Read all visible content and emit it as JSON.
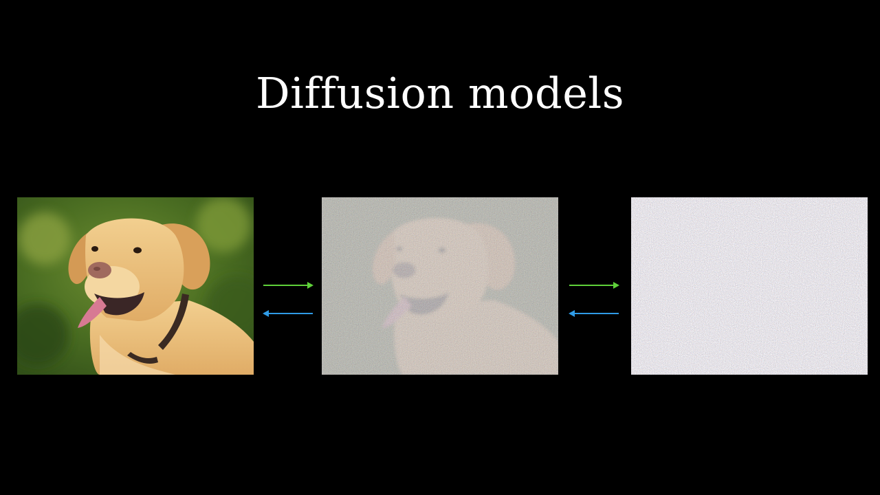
{
  "title": "Diffusion models",
  "colors": {
    "background": "#000000",
    "title_text": "#ffffff",
    "forward_arrow": "#5fd13a",
    "reverse_arrow": "#2f9be6",
    "noise_base": "#8a8590"
  },
  "panels": [
    {
      "name": "clean-dog-image",
      "noise_level": 0.0
    },
    {
      "name": "partially-noised-dog-image",
      "noise_level": 0.6
    },
    {
      "name": "pure-noise-image",
      "noise_level": 1.0
    }
  ],
  "arrows": [
    {
      "name": "forward-arrow",
      "direction": "right",
      "color": "#5fd13a"
    },
    {
      "name": "reverse-arrow",
      "direction": "left",
      "color": "#2f9be6"
    }
  ]
}
